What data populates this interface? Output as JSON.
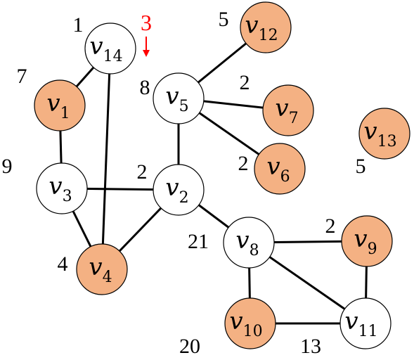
{
  "colors": {
    "shaded": "#f4b183",
    "plain": "#ffffff",
    "stroke": "#000000",
    "annotation": "#ff0000"
  },
  "nodes": [
    {
      "id": "v14",
      "base": "v",
      "sub": "14",
      "shaded": false,
      "weight": "1"
    },
    {
      "id": "v1",
      "base": "v",
      "sub": "1",
      "shaded": true,
      "weight": "7"
    },
    {
      "id": "v3",
      "base": "v",
      "sub": "3",
      "shaded": false,
      "weight": "9"
    },
    {
      "id": "v4",
      "base": "v",
      "sub": "4",
      "shaded": true,
      "weight": "4"
    },
    {
      "id": "v5",
      "base": "v",
      "sub": "5",
      "shaded": false,
      "weight": "8"
    },
    {
      "id": "v2",
      "base": "v",
      "sub": "2",
      "shaded": false,
      "weight": "2"
    },
    {
      "id": "v12",
      "base": "v",
      "sub": "12",
      "shaded": true,
      "weight": "5"
    },
    {
      "id": "v7",
      "base": "v",
      "sub": "7",
      "shaded": true,
      "weight": "2"
    },
    {
      "id": "v6",
      "base": "v",
      "sub": "6",
      "shaded": true,
      "weight": "2"
    },
    {
      "id": "v13",
      "base": "v",
      "sub": "13",
      "shaded": true,
      "weight": "5"
    },
    {
      "id": "v8",
      "base": "v",
      "sub": "8",
      "shaded": false,
      "weight": "21"
    },
    {
      "id": "v9",
      "base": "v",
      "sub": "9",
      "shaded": true,
      "weight": "2"
    },
    {
      "id": "v10",
      "base": "v",
      "sub": "10",
      "shaded": true,
      "weight": "20"
    },
    {
      "id": "v11",
      "base": "v",
      "sub": "11",
      "shaded": false,
      "weight": "13"
    }
  ],
  "edges": [
    [
      "v14",
      "v1"
    ],
    [
      "v14",
      "v4"
    ],
    [
      "v1",
      "v3"
    ],
    [
      "v3",
      "v4"
    ],
    [
      "v3",
      "v2"
    ],
    [
      "v4",
      "v2"
    ],
    [
      "v2",
      "v5"
    ],
    [
      "v2",
      "v8"
    ],
    [
      "v5",
      "v12"
    ],
    [
      "v5",
      "v7"
    ],
    [
      "v5",
      "v6"
    ],
    [
      "v8",
      "v9"
    ],
    [
      "v8",
      "v10"
    ],
    [
      "v8",
      "v11"
    ],
    [
      "v9",
      "v11"
    ],
    [
      "v10",
      "v11"
    ]
  ],
  "annotation": {
    "label": "3",
    "target": "v5"
  }
}
